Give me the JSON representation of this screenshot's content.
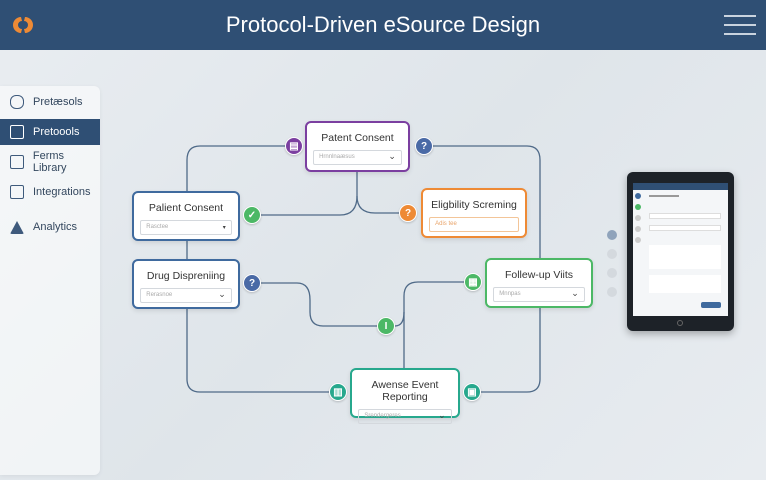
{
  "header": {
    "title": "Protocol-Driven eSource Design",
    "logo_icon": "logo-icon",
    "menu_icon": "hamburger-icon"
  },
  "sidebar": {
    "items": [
      {
        "label": "Pretæsols",
        "icon": "database-icon",
        "active": false
      },
      {
        "label": "Pretoools",
        "icon": "document-icon",
        "active": true
      },
      {
        "label": "Ferms Library",
        "icon": "library-icon",
        "active": false
      },
      {
        "label": "Integrations",
        "icon": "grid-icon",
        "active": false
      },
      {
        "label": "Analytics",
        "icon": "chart-icon",
        "active": false
      }
    ]
  },
  "nodes": {
    "patent_consent": {
      "title": "Patent Consent",
      "select": "Hrnnlnaæsus"
    },
    "palient_consent": {
      "title": "Palient Consent",
      "select": "Rasctee"
    },
    "eligibility": {
      "title": "Eligbility Screming",
      "select": "Adis tee"
    },
    "drug": {
      "title": "Drug Dispreniing",
      "select": "Rerasnoe"
    },
    "followup": {
      "title": "Follew-up Viits",
      "select": "Mnnpas"
    },
    "adverse": {
      "title": "Awense Event Reporting",
      "select": "Srendergeres"
    }
  },
  "colors": {
    "header": "#2f4f74",
    "purple": "#7b3fa0",
    "blue": "#3f6a9e",
    "orange": "#ee8a35",
    "green": "#4cb866",
    "teal": "#27a88d"
  }
}
